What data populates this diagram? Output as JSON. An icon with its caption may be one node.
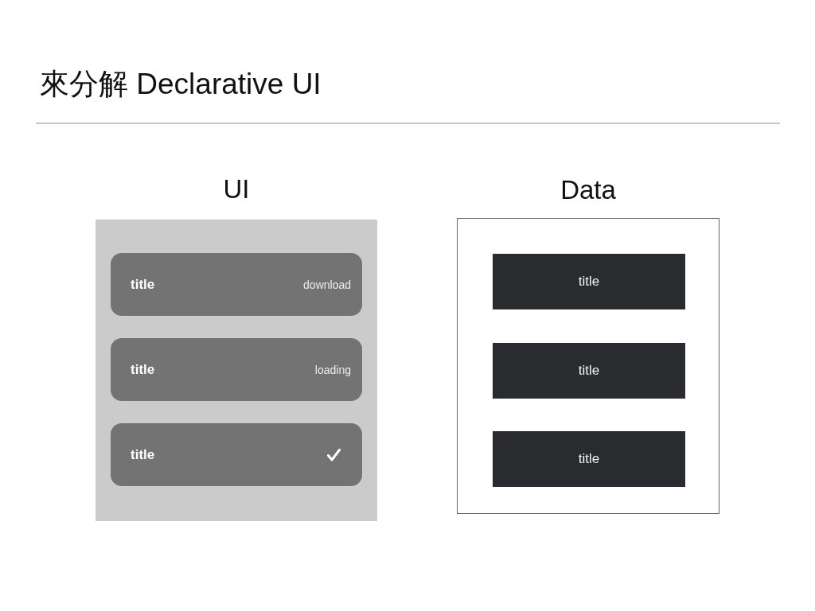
{
  "diagram": {
    "title": "來分解 Declarative UI",
    "nodes": [
      {
        "text": [
          "UI"
        ]
      },
      {
        "text": [
          "title",
          "download"
        ],
        "in": 0
      },
      {
        "text": [
          "title",
          "loading"
        ],
        "in": 0
      },
      {
        "text": [
          "title"
        ],
        "in": 0
      },
      {
        "text": [
          "Data"
        ]
      },
      {
        "text": [
          "title"
        ],
        "in": 4
      },
      {
        "text": [
          "title"
        ],
        "in": 4
      },
      {
        "text": [
          "title"
        ],
        "in": 4
      }
    ]
  }
}
